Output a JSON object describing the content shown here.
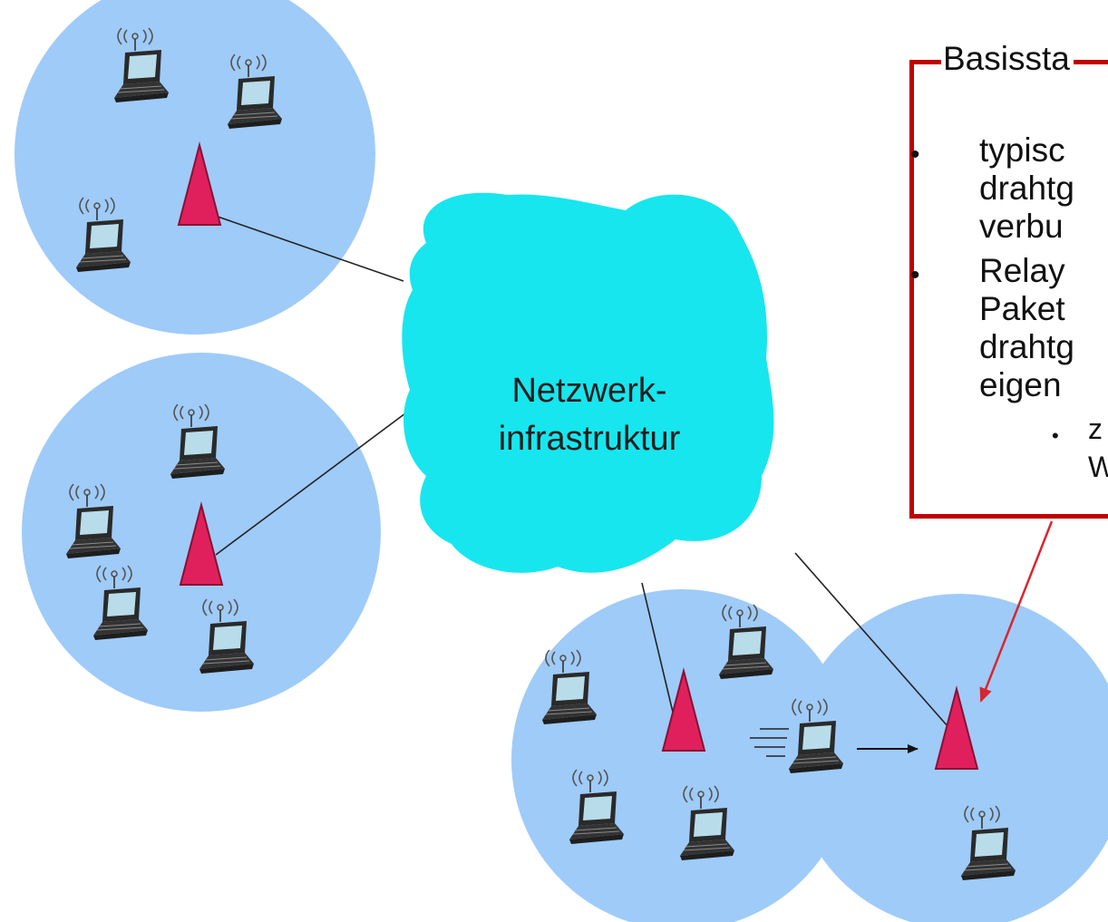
{
  "cloud": {
    "label_line1": "Netzwerk-",
    "label_line2": "infrastruktur"
  },
  "callout": {
    "title": "Basissta",
    "bullet_symbol": "•",
    "bullets": [
      {
        "lines": [
          "typisc",
          "drahtg",
          "verbu"
        ]
      },
      {
        "lines": [
          "Relay",
          "Paket",
          "drahtg",
          "eigen"
        ]
      }
    ],
    "sub_bullet": {
      "lines": [
        "z",
        "W"
      ]
    }
  },
  "colors": {
    "cell_fill": "#9fcbf8",
    "cloud_fill": "#17e6ee",
    "base_station": "#e0205c",
    "callout_border": "#c00000",
    "arrow": "#d8262e"
  },
  "icons": {
    "base_station": "triangle-antenna-icon",
    "host": "wireless-laptop-icon"
  }
}
